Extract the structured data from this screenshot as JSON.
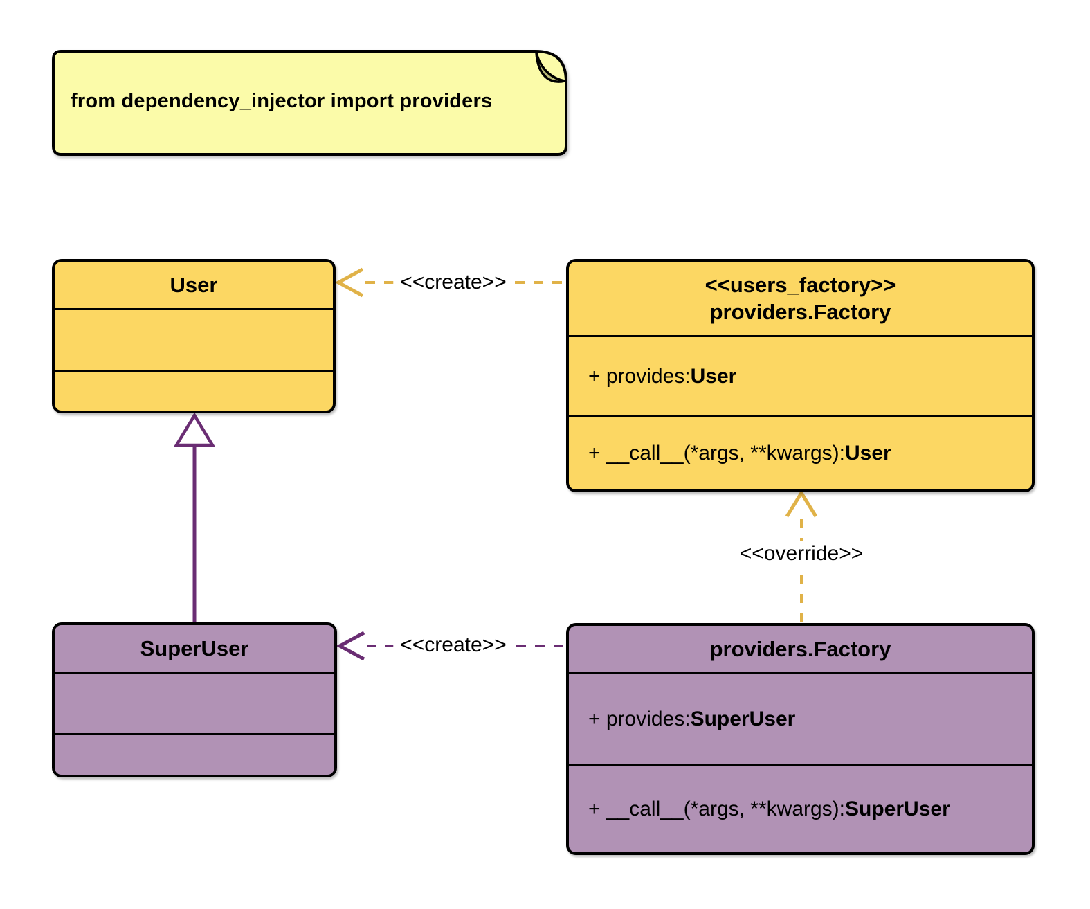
{
  "note": {
    "text": "from dependency_injector import providers"
  },
  "classes": {
    "user": {
      "title": "User"
    },
    "super_user": {
      "title": "SuperUser"
    },
    "users_factory": {
      "stereotype": "<<users_factory>>",
      "name": "providers.Factory",
      "attributes": [
        {
          "prefix": "+ provides: ",
          "type": "User"
        }
      ],
      "methods": [
        {
          "prefix": "+ __call__(*args, **kwargs): ",
          "type": "User"
        }
      ]
    },
    "superuser_factory": {
      "name": "providers.Factory",
      "attributes": [
        {
          "prefix": "+ provides: ",
          "type": "SuperUser"
        }
      ],
      "methods": [
        {
          "prefix": "+ __call__(*args, **kwargs): ",
          "type": "SuperUser"
        }
      ]
    }
  },
  "relations": {
    "create_user": {
      "label": "<<create>>"
    },
    "create_superuser": {
      "label": "<<create>>"
    },
    "override": {
      "label": "<<override>>"
    }
  },
  "colors": {
    "yellow_fill": "#FCD763",
    "purple_fill": "#B192B5",
    "note_fill": "#FBFBA9",
    "note_fold": "#BBBB78",
    "gold_stroke": "#E0B248",
    "purple_stroke": "#6A2D73",
    "border": "#000000"
  }
}
